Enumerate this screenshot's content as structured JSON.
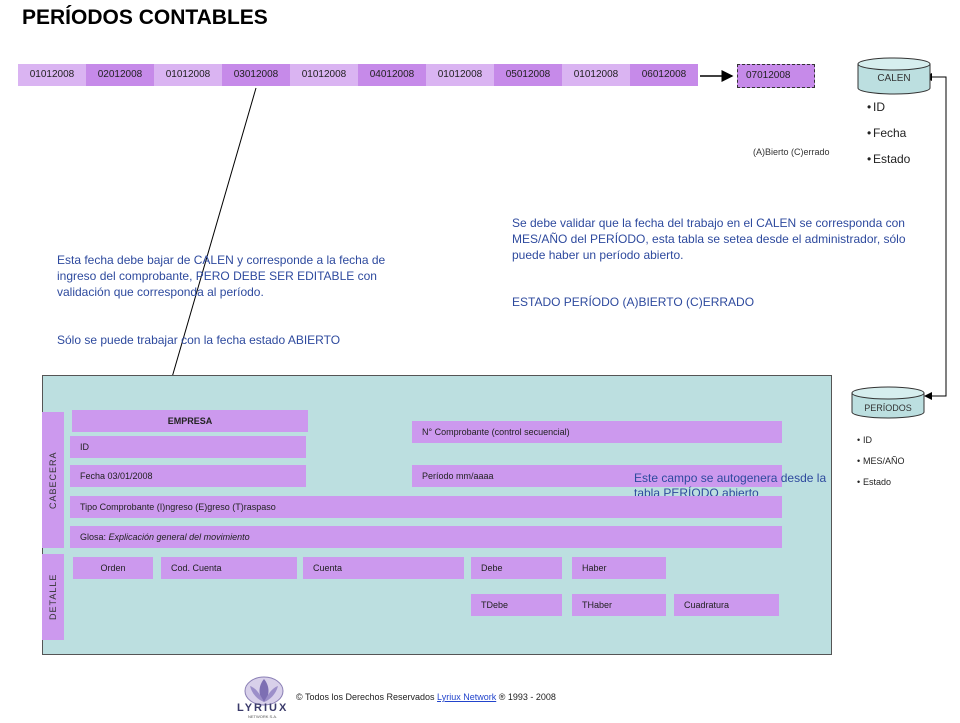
{
  "title": "PERÍODOS CONTABLES",
  "date_strip": [
    {
      "label": "01012008",
      "tone": "light"
    },
    {
      "label": "02012008",
      "tone": "dark"
    },
    {
      "label": "01012008",
      "tone": "light"
    },
    {
      "label": "03012008",
      "tone": "dark"
    },
    {
      "label": "01012008",
      "tone": "light"
    },
    {
      "label": "04012008",
      "tone": "dark"
    },
    {
      "label": "01012008",
      "tone": "light"
    },
    {
      "label": "05012008",
      "tone": "dark"
    },
    {
      "label": "01012008",
      "tone": "light"
    },
    {
      "label": "06012008",
      "tone": "dark"
    }
  ],
  "date_last": "07012008",
  "calen": {
    "label": "CALEN",
    "fields": [
      "ID",
      "Fecha",
      "Estado"
    ],
    "note": "(A)Bierto (C)errado"
  },
  "periodos": {
    "label": "PERÍODOS",
    "fields": [
      "ID",
      "MES/AÑO",
      "Estado"
    ]
  },
  "notes": {
    "validation": "Se debe validar que la fecha del trabajo en el CALEN se corresponda con MES/AÑO del PERÍODO,   esta tabla se setea desde el administrador, sólo puede haber un período abierto.",
    "estado": "ESTADO PERÍODO    (A)BIERTO    (C)ERRADO",
    "fecha": "Esta fecha debe bajar de CALEN y corresponde a la fecha de ingreso del comprobante, PERO DEBE SER EDITABLE con validación que corresponda al período.",
    "abierto": "Sólo se puede trabajar con la fecha estado ABIERTO",
    "autogenera": "Este campo se autogenera desde la tabla PERÍODO abierto"
  },
  "form": {
    "cabecera_label": "CABECERA",
    "detalle_label": "DETALLE",
    "empresa": "EMPRESA",
    "id": "ID",
    "fecha": "Fecha  03/01/2008",
    "comprobante": "N° Comprobante (control secuencial)",
    "periodo": "Período   mm/aaaa",
    "tipo": "Tipo Comprobante (I)ngreso (E)greso (T)raspaso",
    "glosa_label": "Glosa: ",
    "glosa_value": "Explicación general del movimiento",
    "detalle_fields": [
      "Orden",
      "Cod. Cuenta",
      "Cuenta",
      "Debe",
      "Haber"
    ],
    "totales": [
      "TDebe",
      "THaber",
      "Cuadratura"
    ]
  },
  "footer": {
    "prefix": "© Todos los Derechos Reservados ",
    "link": "Lyriux Network",
    "suffix": " ® 1993 - 2008",
    "logo_text": "LYRIUX",
    "logo_sub": "NETWORK S.A."
  },
  "colors": {
    "field": "#cc99ee",
    "strip_light": "#dab4f2",
    "strip_dark": "#c68ae9",
    "panel": "#bcdfe0",
    "note_text": "#2e4a9e"
  }
}
